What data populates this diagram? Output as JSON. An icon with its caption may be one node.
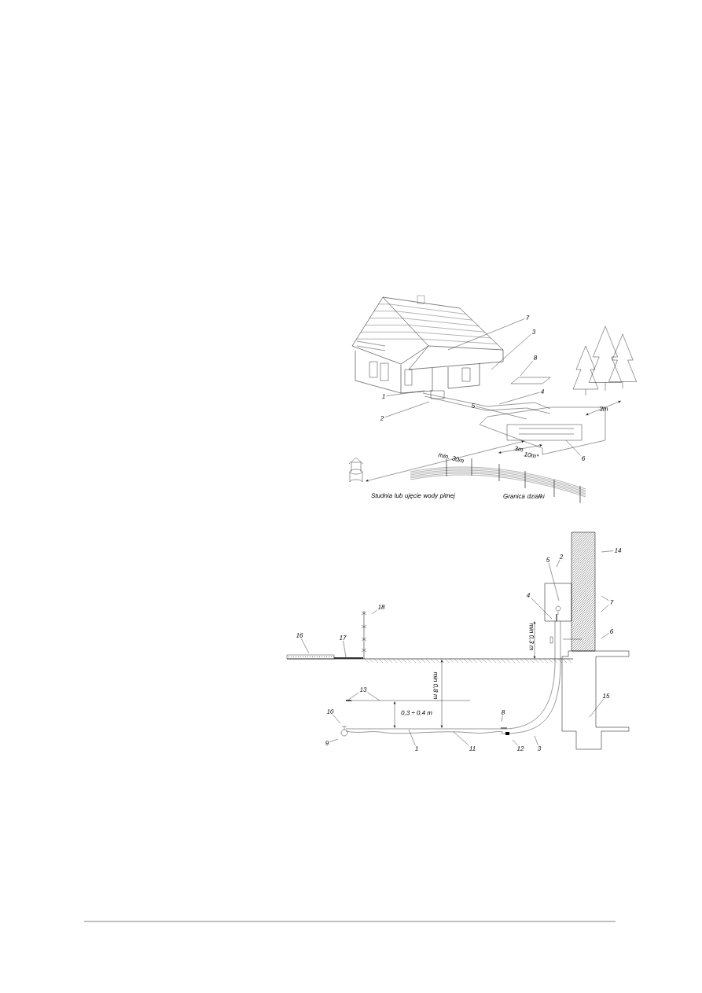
{
  "diagram": {
    "nodes": [
      {
        "text": [
          "7"
        ]
      },
      {
        "text": [
          "3"
        ]
      },
      {
        "text": [
          "8"
        ]
      },
      {
        "text": [
          "1"
        ]
      },
      {
        "text": [
          "4"
        ]
      },
      {
        "text": [
          "2"
        ]
      },
      {
        "text": [
          "5"
        ]
      },
      {
        "text": [
          "6"
        ]
      },
      {
        "text": [
          "14"
        ]
      },
      {
        "text": [
          "2"
        ]
      },
      {
        "text": [
          "5"
        ]
      },
      {
        "text": [
          "7"
        ]
      },
      {
        "text": [
          "4"
        ]
      },
      {
        "text": [
          "18"
        ]
      },
      {
        "text": [
          "6"
        ]
      },
      {
        "text": [
          "16"
        ]
      },
      {
        "text": [
          "17"
        ]
      },
      {
        "text": [
          "13"
        ]
      },
      {
        "text": [
          "15"
        ]
      },
      {
        "text": [
          "10"
        ]
      },
      {
        "text": [
          "8"
        ]
      },
      {
        "text": [
          "9"
        ]
      },
      {
        "text": [
          "1"
        ]
      },
      {
        "text": [
          "11"
        ]
      },
      {
        "text": [
          "12"
        ]
      },
      {
        "text": [
          "3"
        ]
      }
    ],
    "edges": [
      {
        "from": 0,
        "to": null,
        "arrow": "none"
      },
      {
        "from": 1,
        "to": null,
        "arrow": "none"
      },
      {
        "from": 2,
        "to": null,
        "arrow": "none"
      },
      {
        "from": 3,
        "to": null,
        "arrow": "none"
      },
      {
        "from": 4,
        "to": null,
        "arrow": "none"
      },
      {
        "from": 5,
        "to": null,
        "arrow": "none"
      },
      {
        "from": 6,
        "to": null,
        "arrow": "none"
      },
      {
        "from": 7,
        "to": null,
        "arrow": "none"
      },
      {
        "from": 8,
        "to": null,
        "arrow": "none"
      },
      {
        "from": 9,
        "to": null,
        "arrow": "none"
      },
      {
        "from": 10,
        "to": null,
        "arrow": "none"
      },
      {
        "from": 11,
        "to": null,
        "arrow": "none"
      },
      {
        "from": 11,
        "to": null,
        "arrow": "none"
      },
      {
        "from": 12,
        "to": null,
        "arrow": "none"
      },
      {
        "from": 13,
        "to": null,
        "arrow": "none"
      },
      {
        "from": 14,
        "to": null,
        "arrow": "none"
      },
      {
        "from": 15,
        "to": null,
        "arrow": "none"
      },
      {
        "from": 16,
        "to": null,
        "arrow": "none"
      },
      {
        "from": 17,
        "to": null,
        "arrow": "none"
      },
      {
        "from": 17,
        "to": null,
        "arrow": "none"
      },
      {
        "from": 18,
        "to": null,
        "arrow": "none"
      },
      {
        "from": 19,
        "to": null,
        "arrow": "none"
      },
      {
        "from": 20,
        "to": null,
        "arrow": "none"
      },
      {
        "from": 21,
        "to": null,
        "arrow": "none"
      },
      {
        "from": 22,
        "to": null,
        "arrow": "none"
      },
      {
        "from": 23,
        "to": null,
        "arrow": "none"
      },
      {
        "from": 24,
        "to": null,
        "arrow": "none"
      },
      {
        "from": 25,
        "to": null,
        "arrow": "none"
      }
    ],
    "labels": [
      "3m",
      "min. 30m",
      "3m",
      "10m*",
      "Studnia lub ujęcie wody pitnej",
      "Granica działki",
      "min 0,3 m",
      "min 0,8 m",
      "0,3 ÷ 0,4 m"
    ]
  }
}
